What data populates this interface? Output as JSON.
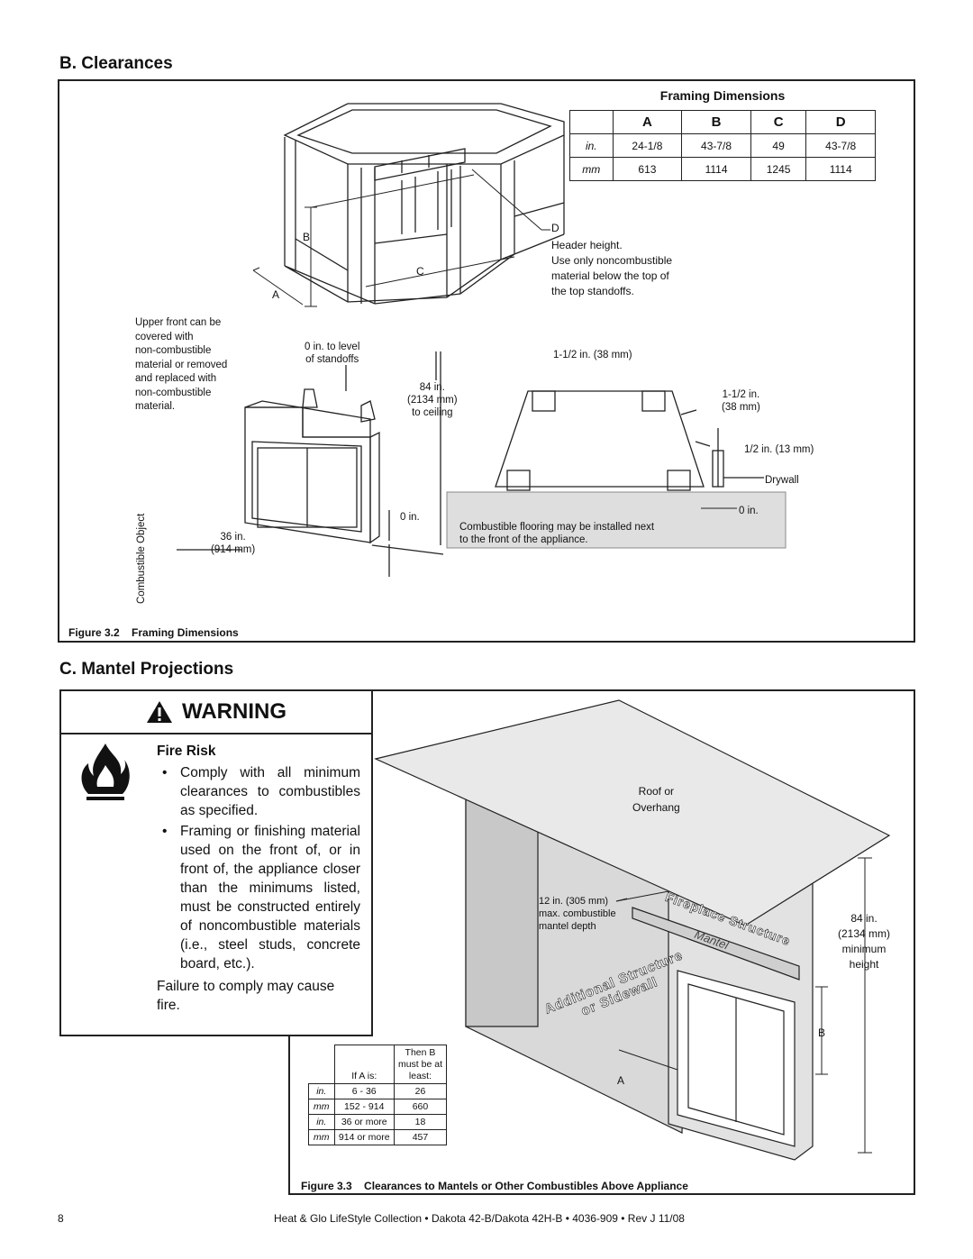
{
  "section_b": {
    "title": "B. Clearances"
  },
  "framing_table": {
    "title": "Framing Dimensions",
    "headers": [
      "",
      "A",
      "B",
      "C",
      "D"
    ],
    "rows": [
      [
        "in.",
        "24-1/8",
        "43-7/8",
        "49",
        "43-7/8"
      ],
      [
        "mm",
        "613",
        "1114",
        "1245",
        "1114"
      ]
    ]
  },
  "fig2": {
    "label_a": "A",
    "label_b": "B",
    "label_c": "C",
    "label_d": "D",
    "header_note": [
      "Header height.",
      "Use only noncombustible",
      "material below the top of",
      "the top standoffs."
    ],
    "upper_front_note": [
      "Upper front can be",
      "covered with",
      "non-combustible",
      "material or removed",
      "and replaced with",
      "non-combustible",
      "material."
    ],
    "standoffs_note": [
      "0 in. to level",
      "of standoffs"
    ],
    "ceiling_note": [
      "84 in.",
      "(2134 mm)",
      "to ceiling"
    ],
    "zero_in": "0 in.",
    "side_clear": [
      "36 in.",
      "(914 mm)"
    ],
    "combustible_object": "Combustible Object",
    "top_clear": "1-1/2 in. (38 mm)",
    "side_clear2": [
      "1-1/2 in.",
      "(38 mm)"
    ],
    "drywall_clear": "1/2 in. (13 mm)",
    "drywall": "Drywall",
    "floor_zero": "0 in.",
    "floor_note": [
      "Combustible flooring may be installed next",
      "to the front of the appliance."
    ],
    "caption_num": "Figure 3.2",
    "caption_text": "Framing Dimensions"
  },
  "section_c": {
    "title": "C. Mantel Projections"
  },
  "warning": {
    "title": "WARNING",
    "heading": "Fire Risk",
    "bullets": [
      "Comply with all minimum clearances to combustibles as specified.",
      "Framing or finishing material used on the front of, or in front of, the appliance closer than the minimums listed, must be constructed entirely of noncombustible materials (i.e., steel studs, concrete board, etc.)."
    ],
    "footer": "Failure to comply may cause fire."
  },
  "fig3": {
    "roof": [
      "Roof or",
      "Overhang"
    ],
    "mantel_depth": [
      "12 in. (305 mm)",
      "max. combustible",
      "mantel depth"
    ],
    "fireplace_structure": "Fireplace Structure",
    "mantel": "Mantel",
    "additional": [
      "Additional Structure",
      "or Sidewall"
    ],
    "min_height": [
      "84 in.",
      "(2134 mm)",
      "minimum",
      "height"
    ],
    "label_a": "A",
    "label_b": "B",
    "table_head": {
      "col1": "If A is:",
      "col2": [
        "Then B",
        "must be at",
        "least:"
      ]
    },
    "table_rows": [
      [
        "in.",
        "6 - 36",
        "26"
      ],
      [
        "mm",
        "152 - 914",
        "660"
      ],
      [
        "in.",
        "36 or more",
        "18"
      ],
      [
        "mm",
        "914 or more",
        "457"
      ]
    ],
    "caption_num": "Figure 3.3",
    "caption_text": "Clearances to Mantels or Other Combustibles Above Appliance"
  },
  "footer": {
    "page": "8",
    "text": "Heat & Glo LifeStyle Collection • Dakota 42-B/Dakota 42H-B • 4036-909 • Rev J 11/08"
  }
}
